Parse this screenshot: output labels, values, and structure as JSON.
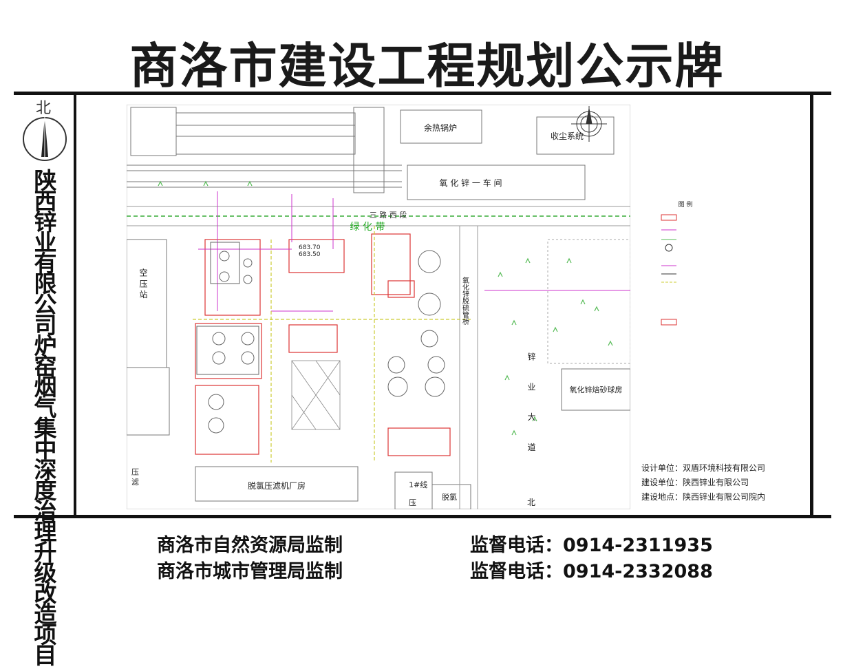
{
  "title": "商洛市建设工程规划公示牌",
  "north_label": "北",
  "project_title": "陕西锌业有限公司炉窑烟气集中深度治理升级改造项目",
  "drawing": {
    "buildings": {
      "waste_heat_boiler": "余热锅炉",
      "dust_collection": "收尘系统",
      "zinc_oxide_workshop": "氧 化 锌 一 车 间",
      "air_compressor": "空 压 站",
      "zinc_oxide_roaster": "氧化锌焙砂球房",
      "dechlorination_filter": "脱氯压滤机厂房",
      "line1": "1#线",
      "dechlorination": "脱氯",
      "press": "压",
      "press_filter": "压 滤"
    },
    "roads": {
      "road_3_west": "三 路 西 段",
      "green_belt": "绿 化 带",
      "zinc_avenue": "锌 业 大 道",
      "north_label": "北",
      "pipe_rack": "氧化锌脱硫管桥"
    },
    "elevations": [
      "683.70",
      "683.50"
    ],
    "legend_title": "图 例"
  },
  "info": {
    "designer_label": "设计单位：",
    "designer": "双盾环境科技有限公司",
    "builder_label": "建设单位：",
    "builder": "陕西锌业有限公司",
    "site_label": "建设地点：",
    "site": "陕西锌业有限公司院内"
  },
  "footer": {
    "line1_org": "商洛市自然资源局监制",
    "line1_phone_label": "监督电话：",
    "line1_phone": "0914-2311935",
    "line2_org": "商洛市城市管理局监制",
    "line2_phone_label": "监督电话：",
    "line2_phone": "0914-2332088"
  }
}
